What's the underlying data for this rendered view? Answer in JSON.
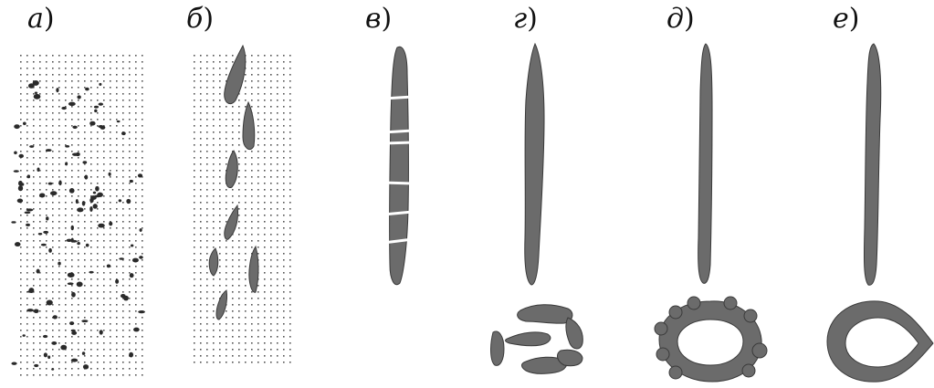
{
  "figure": {
    "panels": [
      {
        "letter": "а",
        "paren": ")"
      },
      {
        "letter": "б",
        "paren": ")"
      },
      {
        "letter": "в",
        "paren": ")"
      },
      {
        "letter": "г",
        "paren": ")"
      },
      {
        "letter": "д",
        "paren": ")"
      },
      {
        "letter": "е",
        "paren": ")"
      }
    ],
    "colors": {
      "shape_fill": "#6b6b6b",
      "shape_stroke": "#3a3a3a",
      "dot": "#2a2a2a",
      "grid_dot": "#555555"
    }
  }
}
